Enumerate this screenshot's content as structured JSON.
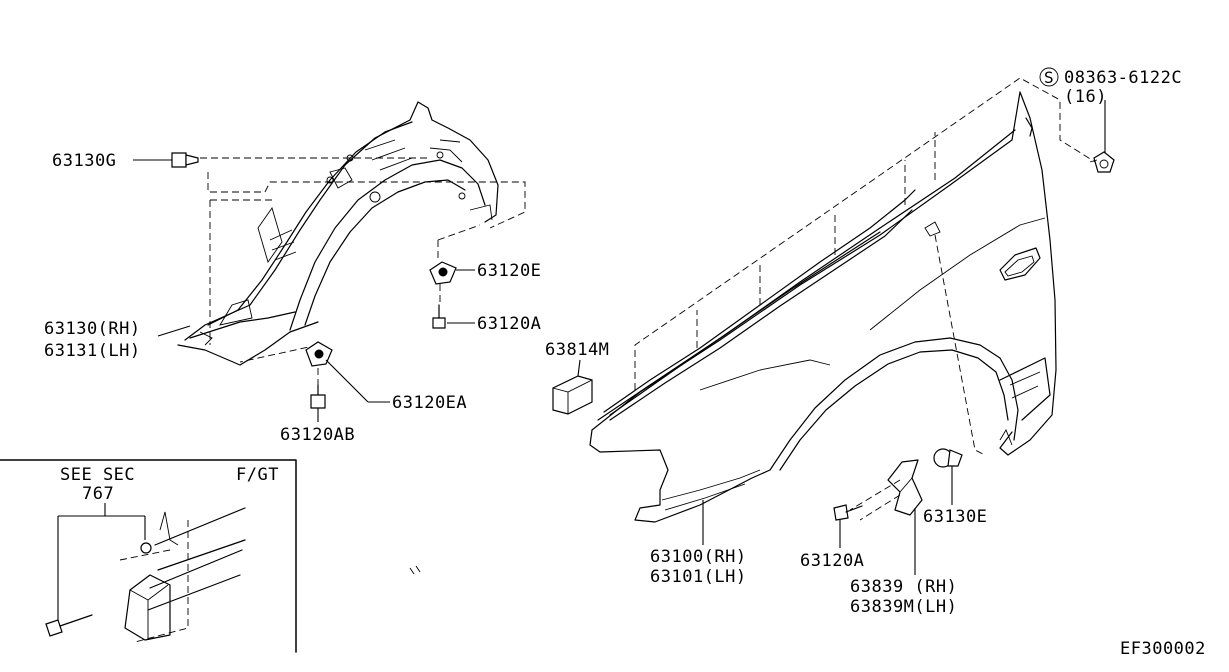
{
  "diagram_code": "EF300002",
  "labels": {
    "p63130g": "63130G",
    "p63130": "63130(RH)",
    "p63131": "63131(LH)",
    "p63120e": "63120E",
    "p63120a_top": "63120A",
    "p63120ea": "63120EA",
    "p63120ab": "63120AB",
    "p63814m": "63814M",
    "p08363_s": "S",
    "p08363": "08363-6122C",
    "p08363_qty": "(16)",
    "p63100": "63100(RH)",
    "p63101": "63101(LH)",
    "p63130e": "63130E",
    "p63120a_bottom": "63120A",
    "p63839": "63839 (RH)",
    "p63839m": "63839M(LH)"
  },
  "inset": {
    "see_sec": "SEE SEC",
    "sec_no": "767",
    "tag": "F/GT"
  }
}
